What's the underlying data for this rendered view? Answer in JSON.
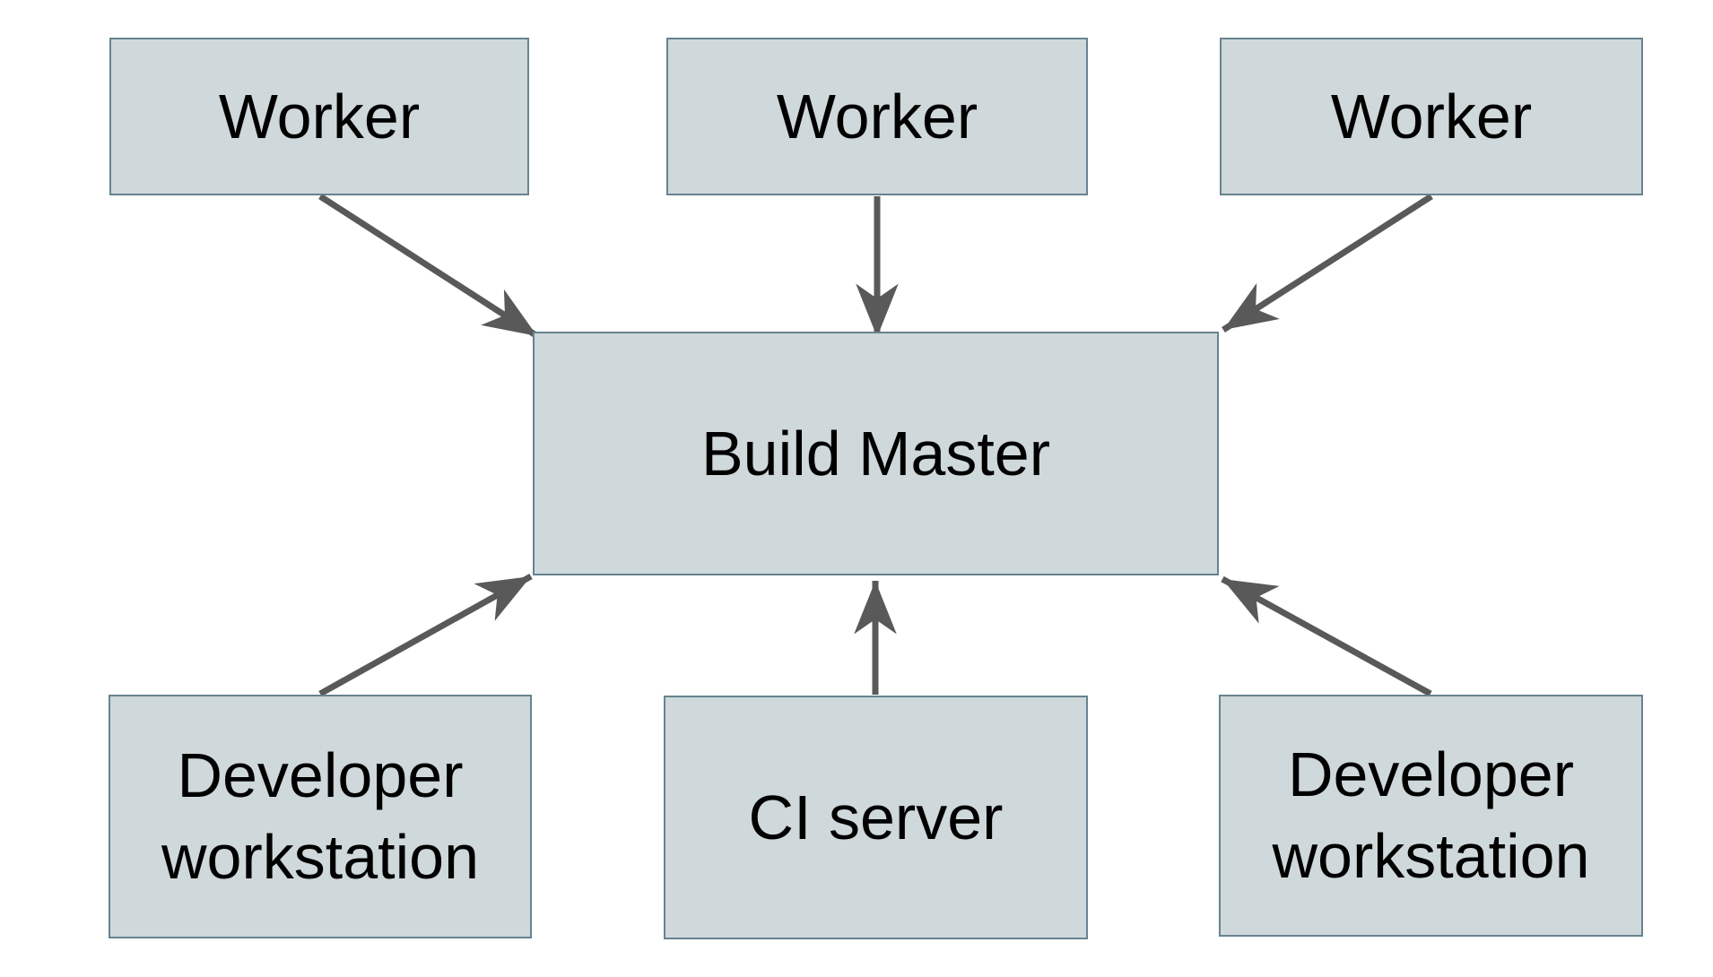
{
  "page": {
    "background": "#ffffff"
  },
  "diagram": {
    "type": "architecture-diagram",
    "colors": {
      "node_fill": "#cfd8da",
      "node_border": "#67838f",
      "arrow": "#595959",
      "text": "#000000"
    },
    "nodes": [
      {
        "id": "worker-1",
        "label": "Worker"
      },
      {
        "id": "worker-2",
        "label": "Worker"
      },
      {
        "id": "worker-3",
        "label": "Worker"
      },
      {
        "id": "build-master",
        "label": "Build Master"
      },
      {
        "id": "developer-workstation-left",
        "label": "Developer workstation"
      },
      {
        "id": "ci-server",
        "label": "CI server"
      },
      {
        "id": "developer-workstation-right",
        "label": "Developer workstation"
      }
    ],
    "edges": [
      {
        "from": "worker-1",
        "to": "build-master"
      },
      {
        "from": "worker-2",
        "to": "build-master"
      },
      {
        "from": "worker-3",
        "to": "build-master"
      },
      {
        "from": "developer-workstation-left",
        "to": "build-master"
      },
      {
        "from": "ci-server",
        "to": "build-master"
      },
      {
        "from": "developer-workstation-right",
        "to": "build-master"
      }
    ]
  }
}
